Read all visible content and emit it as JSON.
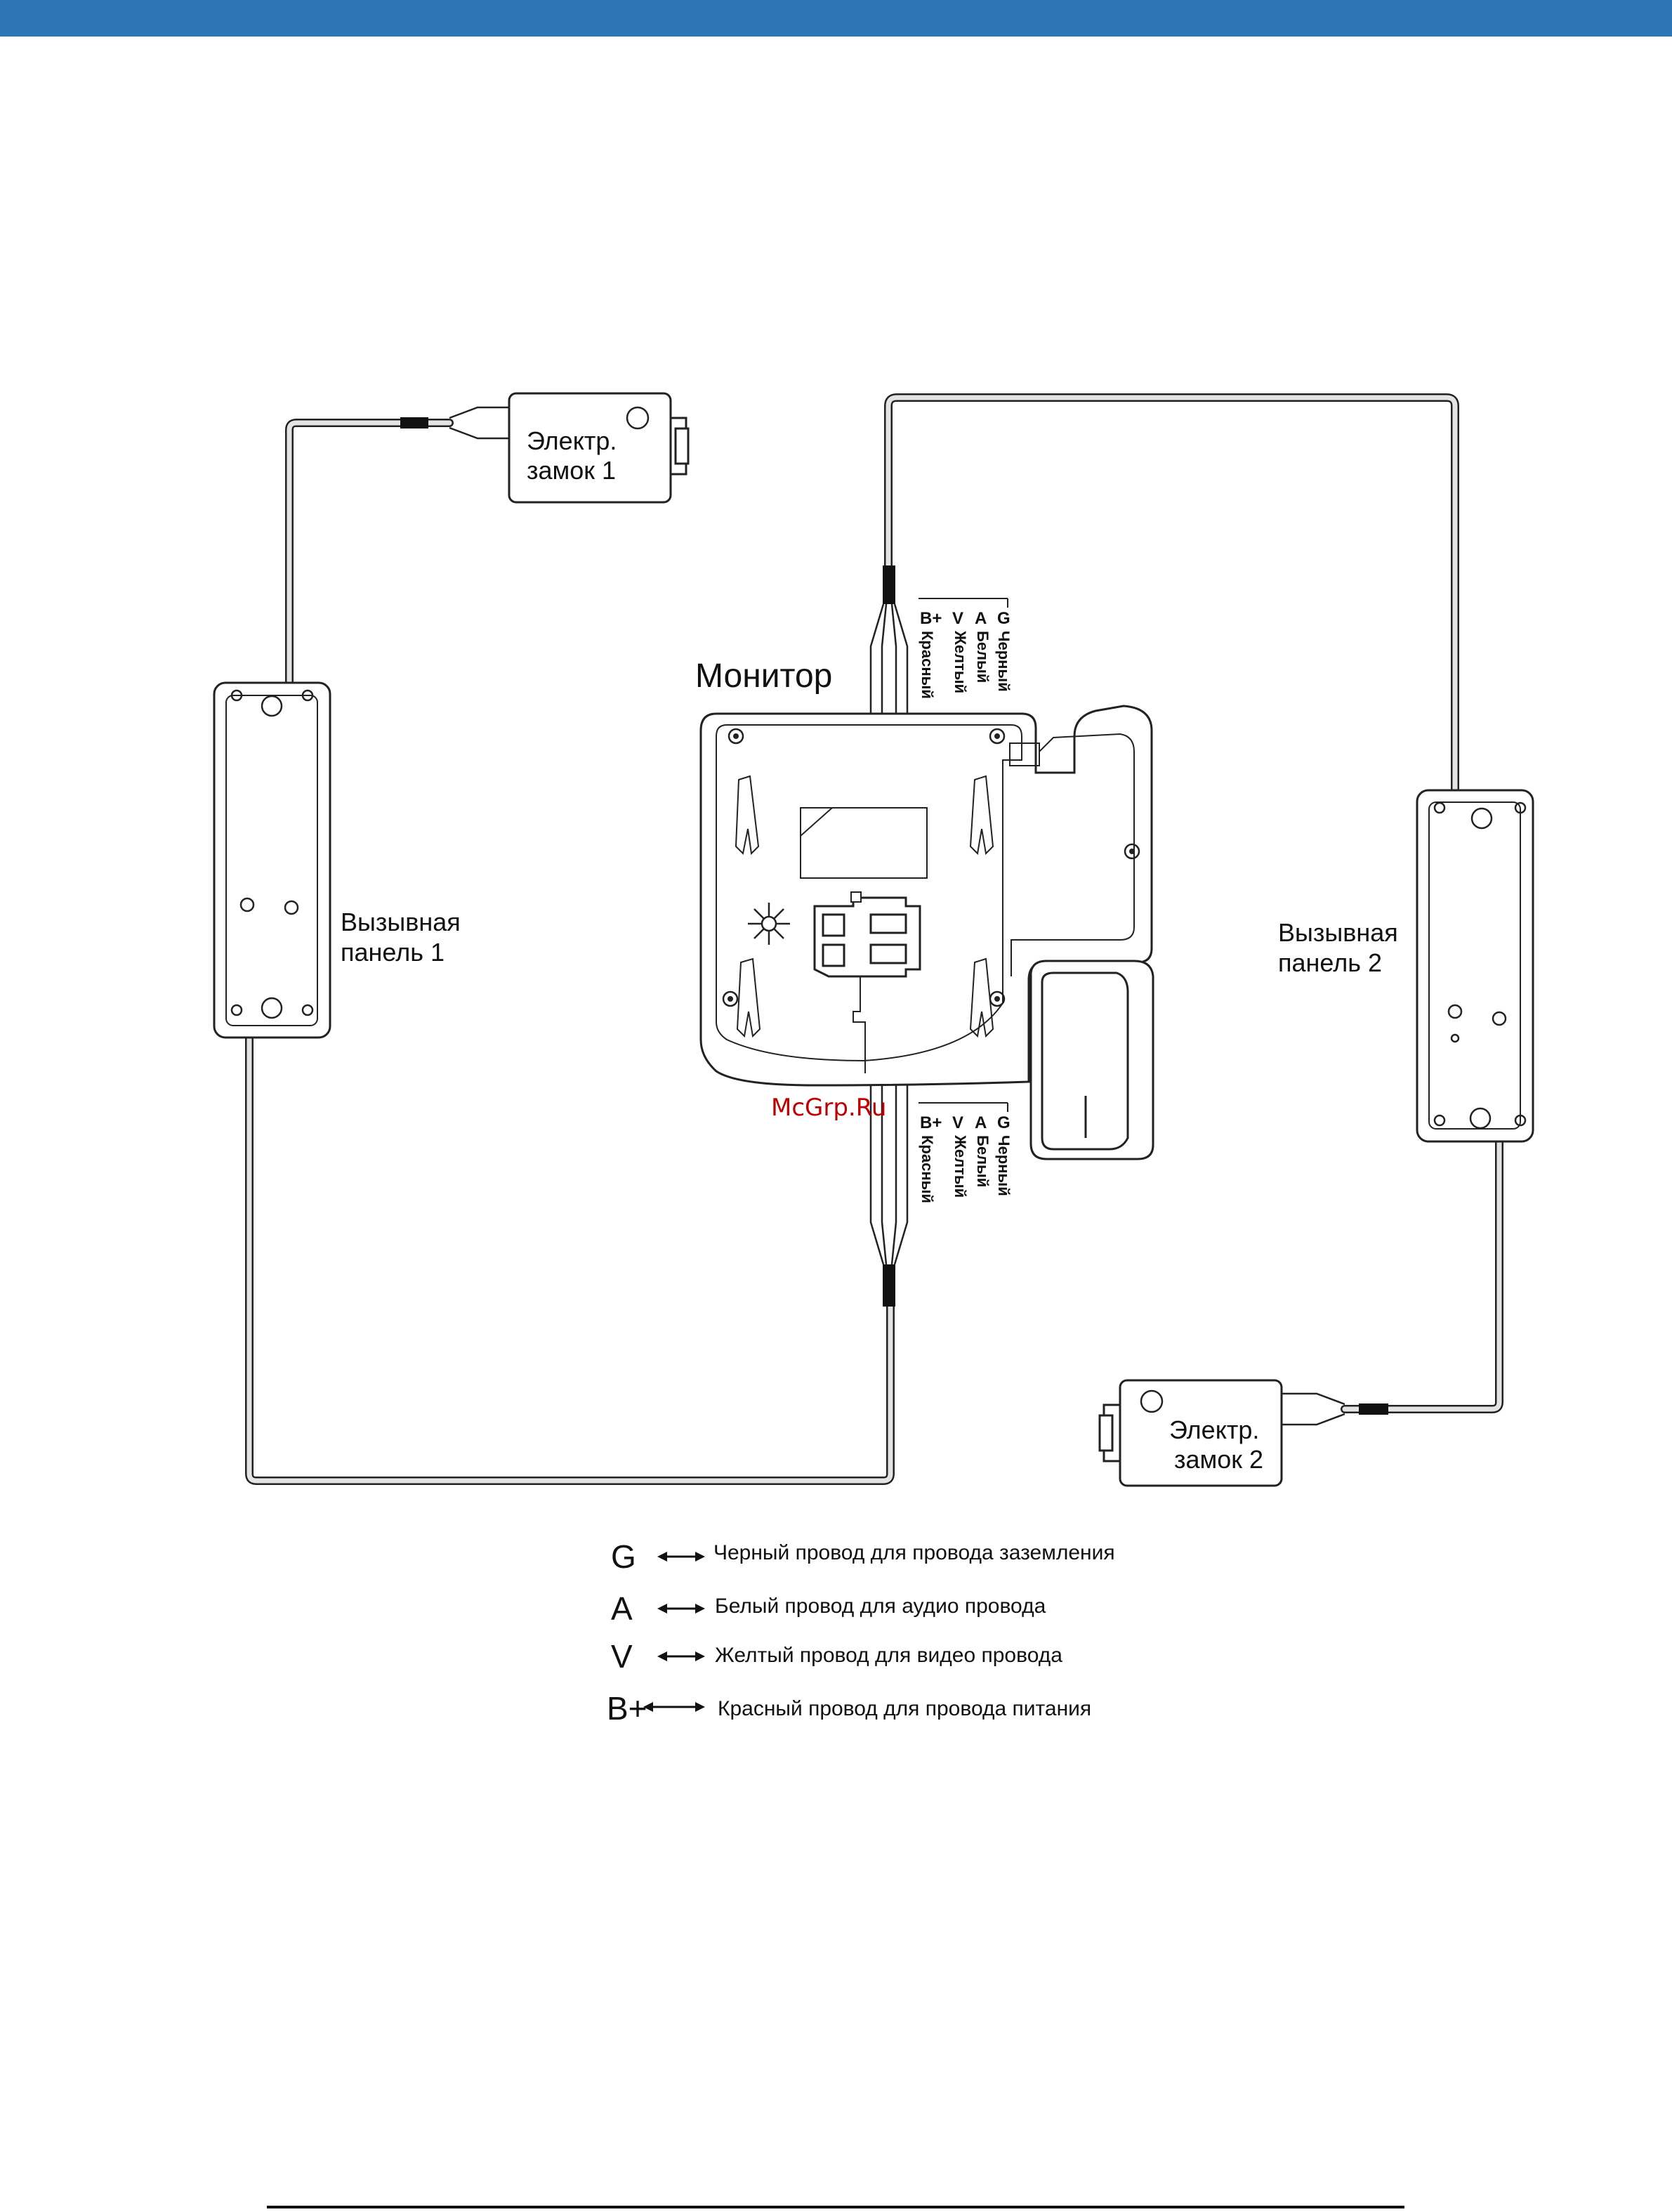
{
  "colors": {
    "header_bar": "#2e75b6",
    "watermark": "#c00000",
    "ink": "#111111",
    "wire_fill": "#e4e4e4"
  },
  "labels": {
    "monitor_title": "Монитор",
    "lock1_line1": "Электр.",
    "lock1_line2": "замок 1",
    "lock2_line1": "Электр.",
    "lock2_line2": "замок 2",
    "panel1_line1": "Вызывная",
    "panel1_line2": "панель 1",
    "panel2_line1": "Вызывная",
    "panel2_line2": "панель 2",
    "watermark": "McGrp.Ru"
  },
  "terminals": [
    {
      "code": "B+",
      "color_name": "Красный"
    },
    {
      "code": "V",
      "color_name": "Желтый"
    },
    {
      "code": "A",
      "color_name": "Белый"
    },
    {
      "code": "G",
      "color_name": "Черный"
    }
  ],
  "legend": [
    {
      "code": "G",
      "text": "Черный провод для провода заземления"
    },
    {
      "code": "A",
      "text": "Белый провод для аудио провода"
    },
    {
      "code": "V",
      "text": "Желтый провод для видео провода"
    },
    {
      "code": "B+",
      "text": "Красный провод для провода питания"
    }
  ],
  "icons": {
    "arrow": "double-arrow-icon",
    "screw": "screw-hole-icon",
    "speaker": "speaker-grille-icon",
    "connector": "connector-socket-icon",
    "handset": "handset-icon"
  }
}
